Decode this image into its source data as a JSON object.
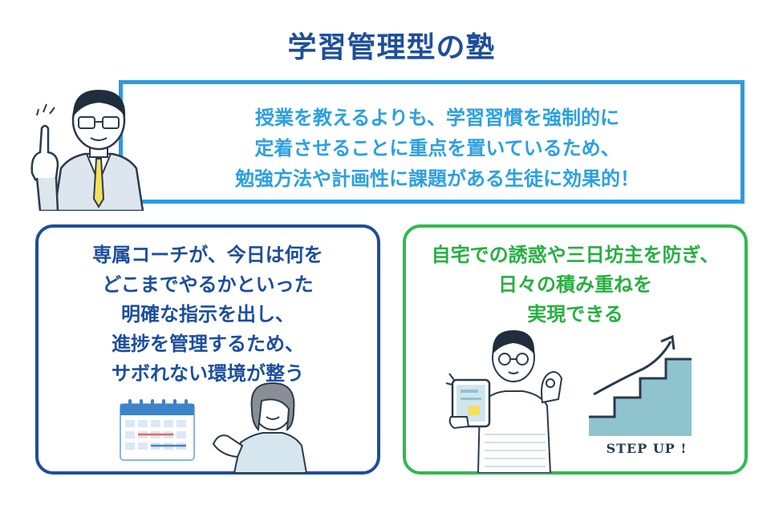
{
  "title": "学習管理型の塾",
  "top_message": {
    "lines": [
      "授業を教えるよりも、学習習慣を強制的に",
      "定着させることに重点を置いているため、",
      "勉強方法や計画性に課題がある生徒に効果的！"
    ]
  },
  "left_card": {
    "lines": [
      "専属コーチが、今日は何を",
      "どこまでやるかといった",
      "明確な指示を出し、",
      "進捗を管理するため、",
      "サボれない環境が整う"
    ]
  },
  "right_card": {
    "lines": [
      "自宅での誘惑や三日坊主を防ぎ、",
      "日々の積み重ねを",
      "実現できる"
    ],
    "stairs_label": "STEP UP !"
  },
  "colors": {
    "title": "#1f4f9c",
    "top_border": "#2b9be0",
    "top_text": "#2aa0e2",
    "blue_card": "#1c4e9e",
    "green_card": "#2dbb4d",
    "green_text": "#26b041"
  }
}
